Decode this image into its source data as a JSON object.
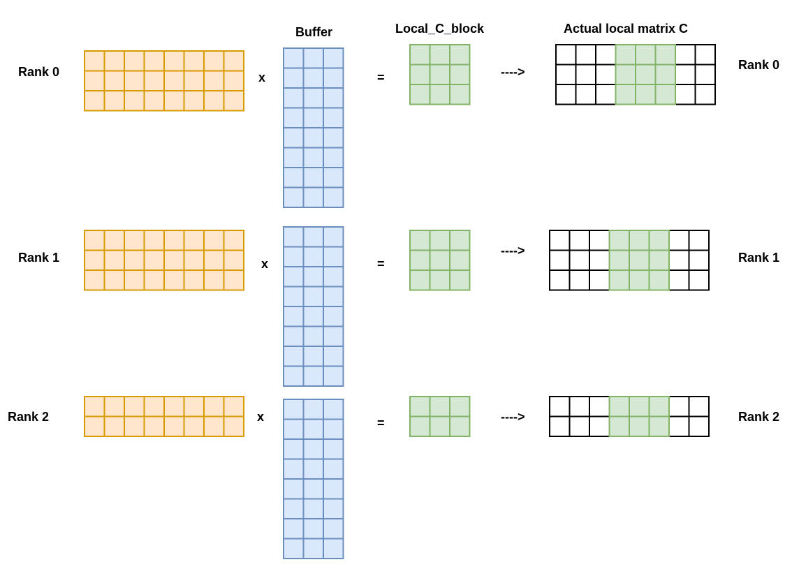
{
  "headers": {
    "buffer": "Buffer",
    "local_c_block": "Local_C_block",
    "actual_matrix": "Actual local matrix C"
  },
  "rows": [
    {
      "rank_label_left": "Rank 0",
      "rank_label_right": "Rank 0",
      "times": "x",
      "equals": "=",
      "arrow": "---->",
      "a_rows": 3,
      "a_cols": 8,
      "buffer_rows": 8,
      "buffer_cols": 3,
      "local_rows": 3,
      "local_cols": 3,
      "c_cols": 8,
      "c_green_cols": [
        3,
        4,
        5
      ]
    },
    {
      "rank_label_left": "Rank 1",
      "rank_label_right": "Rank 1",
      "times": "x",
      "equals": "=",
      "arrow": "---->",
      "a_rows": 3,
      "a_cols": 8,
      "buffer_rows": 8,
      "buffer_cols": 3,
      "local_rows": 3,
      "local_cols": 3,
      "c_cols": 8,
      "c_green_cols": [
        3,
        4,
        5
      ]
    },
    {
      "rank_label_left": "Rank 2",
      "rank_label_right": "Rank 2",
      "times": "x",
      "equals": "=",
      "arrow": "---->",
      "a_rows": 2,
      "a_cols": 8,
      "buffer_rows": 8,
      "buffer_cols": 3,
      "local_rows": 2,
      "local_cols": 3,
      "c_cols": 8,
      "c_green_cols": [
        3,
        4,
        5
      ]
    }
  ],
  "colors": {
    "orange_fill": "#ffe6cc",
    "orange_stroke": "#d79b00",
    "blue_fill": "#dae8fc",
    "blue_stroke": "#6c8ebf",
    "green_fill": "#d5e8d4",
    "green_stroke": "#82b366",
    "black_stroke": "#000000",
    "white_fill": "#ffffff"
  }
}
